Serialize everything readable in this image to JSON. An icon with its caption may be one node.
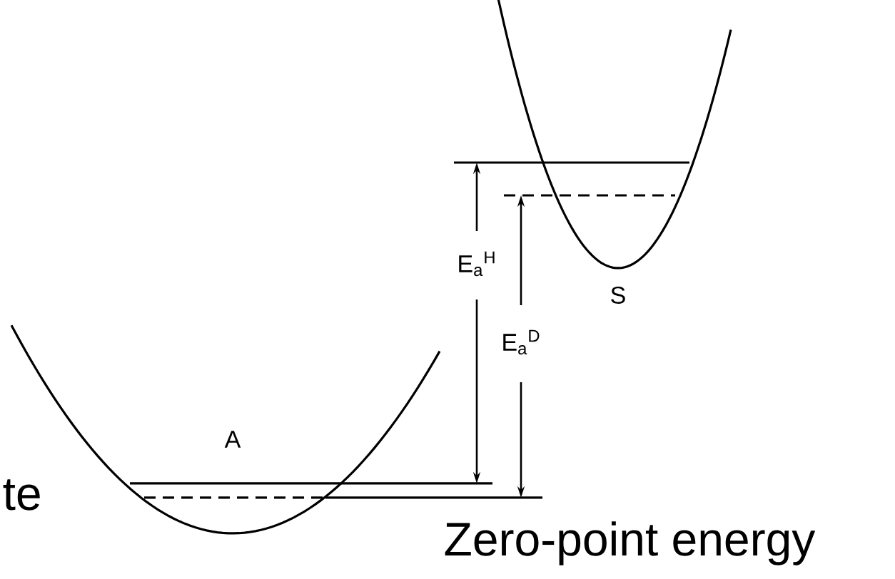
{
  "diagram": {
    "labels": [
      "E$_{a}$$^{H}$",
      "S",
      "E$_{a}$$^{D}$",
      "A",
      "te",
      "Zero-point energy"
    ]
  }
}
